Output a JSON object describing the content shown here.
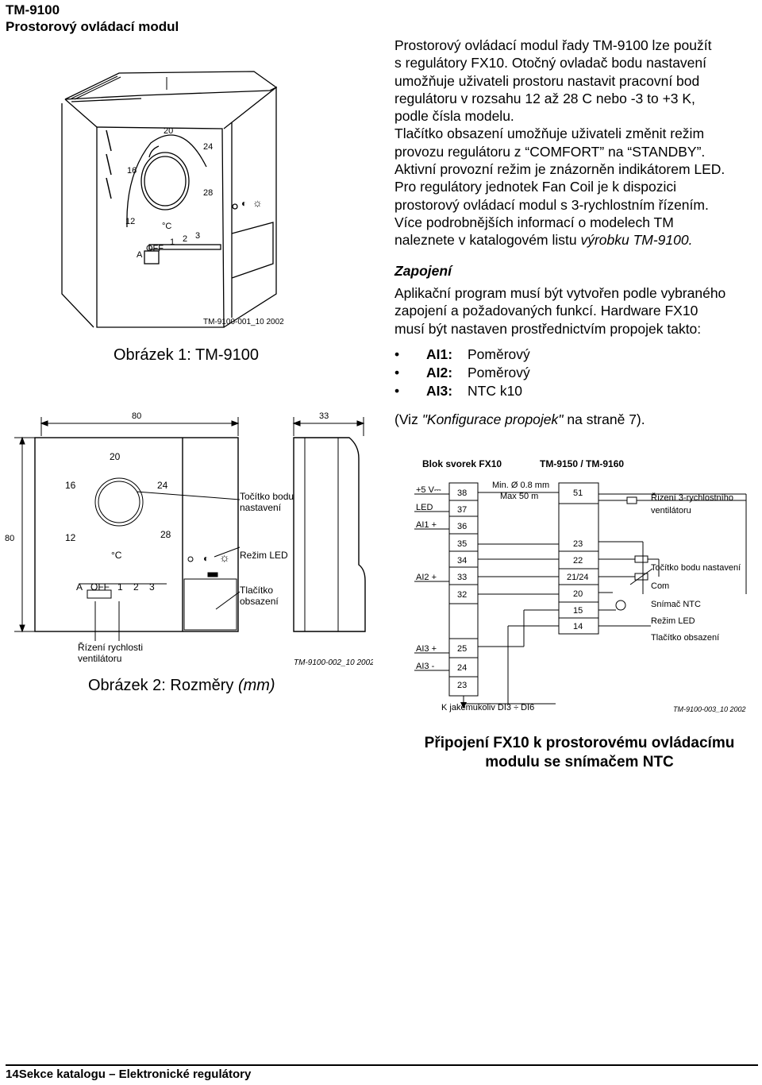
{
  "header": {
    "line1": "TM-9100",
    "line2": "Prostorový ovládací modul"
  },
  "intro_lines": [
    "Prostorový ovládací modul řady TM-9100 lze použít",
    "s regulátory FX10. Otočný ovladač bodu nastavení",
    "umožňuje uživateli prostoru nastavit pracovní bod",
    "regulátoru v rozsahu 12 až 28  C nebo -3 to +3 K,",
    "podle čísla modelu.",
    "Tlačítko obsazení umožňuje uživateli změnit režim",
    "provozu regulátoru z “COMFORT” na “STANDBY”.",
    "Aktivní provozní režim je znázorněn indikátorem LED.",
    "Pro regulátory jednotek Fan Coil je k dispozici",
    "prostorový ovládací modul s 3-rychlostním řízením.",
    "Více podrobnějších informací o modelech TM",
    "naleznete v katalogovém listu "
  ],
  "intro_italic_tail": "výrobku TM-9100.",
  "zapojeni": {
    "title": "Zapojení",
    "lines": [
      "Aplikační program musí být vytvořen podle vybraného",
      "zapojení a požadovaných funkcí. Hardware FX10",
      "musí být nastaven prostřednictvím propojek takto:"
    ],
    "bullets": [
      {
        "key": "AI1:",
        "value": "Poměrový"
      },
      {
        "key": "AI2:",
        "value": "Poměrový"
      },
      {
        "key": "AI3:",
        "value": "NTC k10"
      }
    ],
    "note_pre": "(Viz ",
    "note_italic": "\"Konfigurace propojek\"",
    "note_post": " na straně 7)."
  },
  "figure1": {
    "caption": "Obrázek 1: TM-9100",
    "code": "TM-9100-001_10 2002",
    "dial_numbers": [
      "20",
      "24",
      "16",
      "28",
      "12"
    ],
    "unit": "°C",
    "switch_labels": [
      "A",
      "OFF",
      "1",
      "2",
      "3"
    ]
  },
  "figure2": {
    "caption_normal": "Obrázek 2: Rozměry ",
    "caption_italic": "(mm)",
    "code": "TM-9100-002_10 2002",
    "dim_width": "80",
    "dim_depth": "33",
    "dim_height": "80",
    "dial_numbers": [
      "20",
      "16",
      "24",
      "12",
      "28"
    ],
    "unit": "°C",
    "switch_labels": [
      "A",
      "OFF",
      "1",
      "2",
      "3"
    ],
    "callouts": {
      "knob_1": "Točítko bodu",
      "knob_2": "nastavení",
      "led": "Režim LED",
      "btn_1": "Tlačítko",
      "btn_2": "obsazení",
      "fan_1": "Řízení rychlosti",
      "fan_2": "ventilátoru"
    }
  },
  "figure3": {
    "title_left": "Blok svorek FX10",
    "title_right": "TM-9150 / TM-9160",
    "left_labels": [
      "+5 V⎓",
      "LED",
      "AI1 +",
      "AI2 +",
      "AI3 +",
      "AI3 -"
    ],
    "left_terminals": [
      "38",
      "37",
      "36",
      "35",
      "34",
      "33",
      "32",
      "25",
      "24",
      "23"
    ],
    "right_terminals": [
      "51",
      "23",
      "22",
      "21/24",
      "20",
      "15",
      "14"
    ],
    "wire_spec_1": "Min. Ø 0.8 mm",
    "wire_spec_2": "Max 50 m",
    "fan_1": "Řízení 3-rychlostního",
    "fan_2": "ventilátoru",
    "right_labels": [
      "Točítko bodu nastavení",
      "Com",
      "Snímač NTC",
      "Režim LED",
      "Tlačítko obsazení"
    ],
    "bottom_label": "K jakémukoliv DI3 ÷ DI6",
    "code": "TM-9100-003_10 2002",
    "caption_1": "Připojení FX10 k prostorovému ovládacímu",
    "caption_2": "modulu se snímačem NTC"
  },
  "footer": {
    "page": "14",
    "text": "Sekce katalogu – Elektronické regulátory"
  }
}
